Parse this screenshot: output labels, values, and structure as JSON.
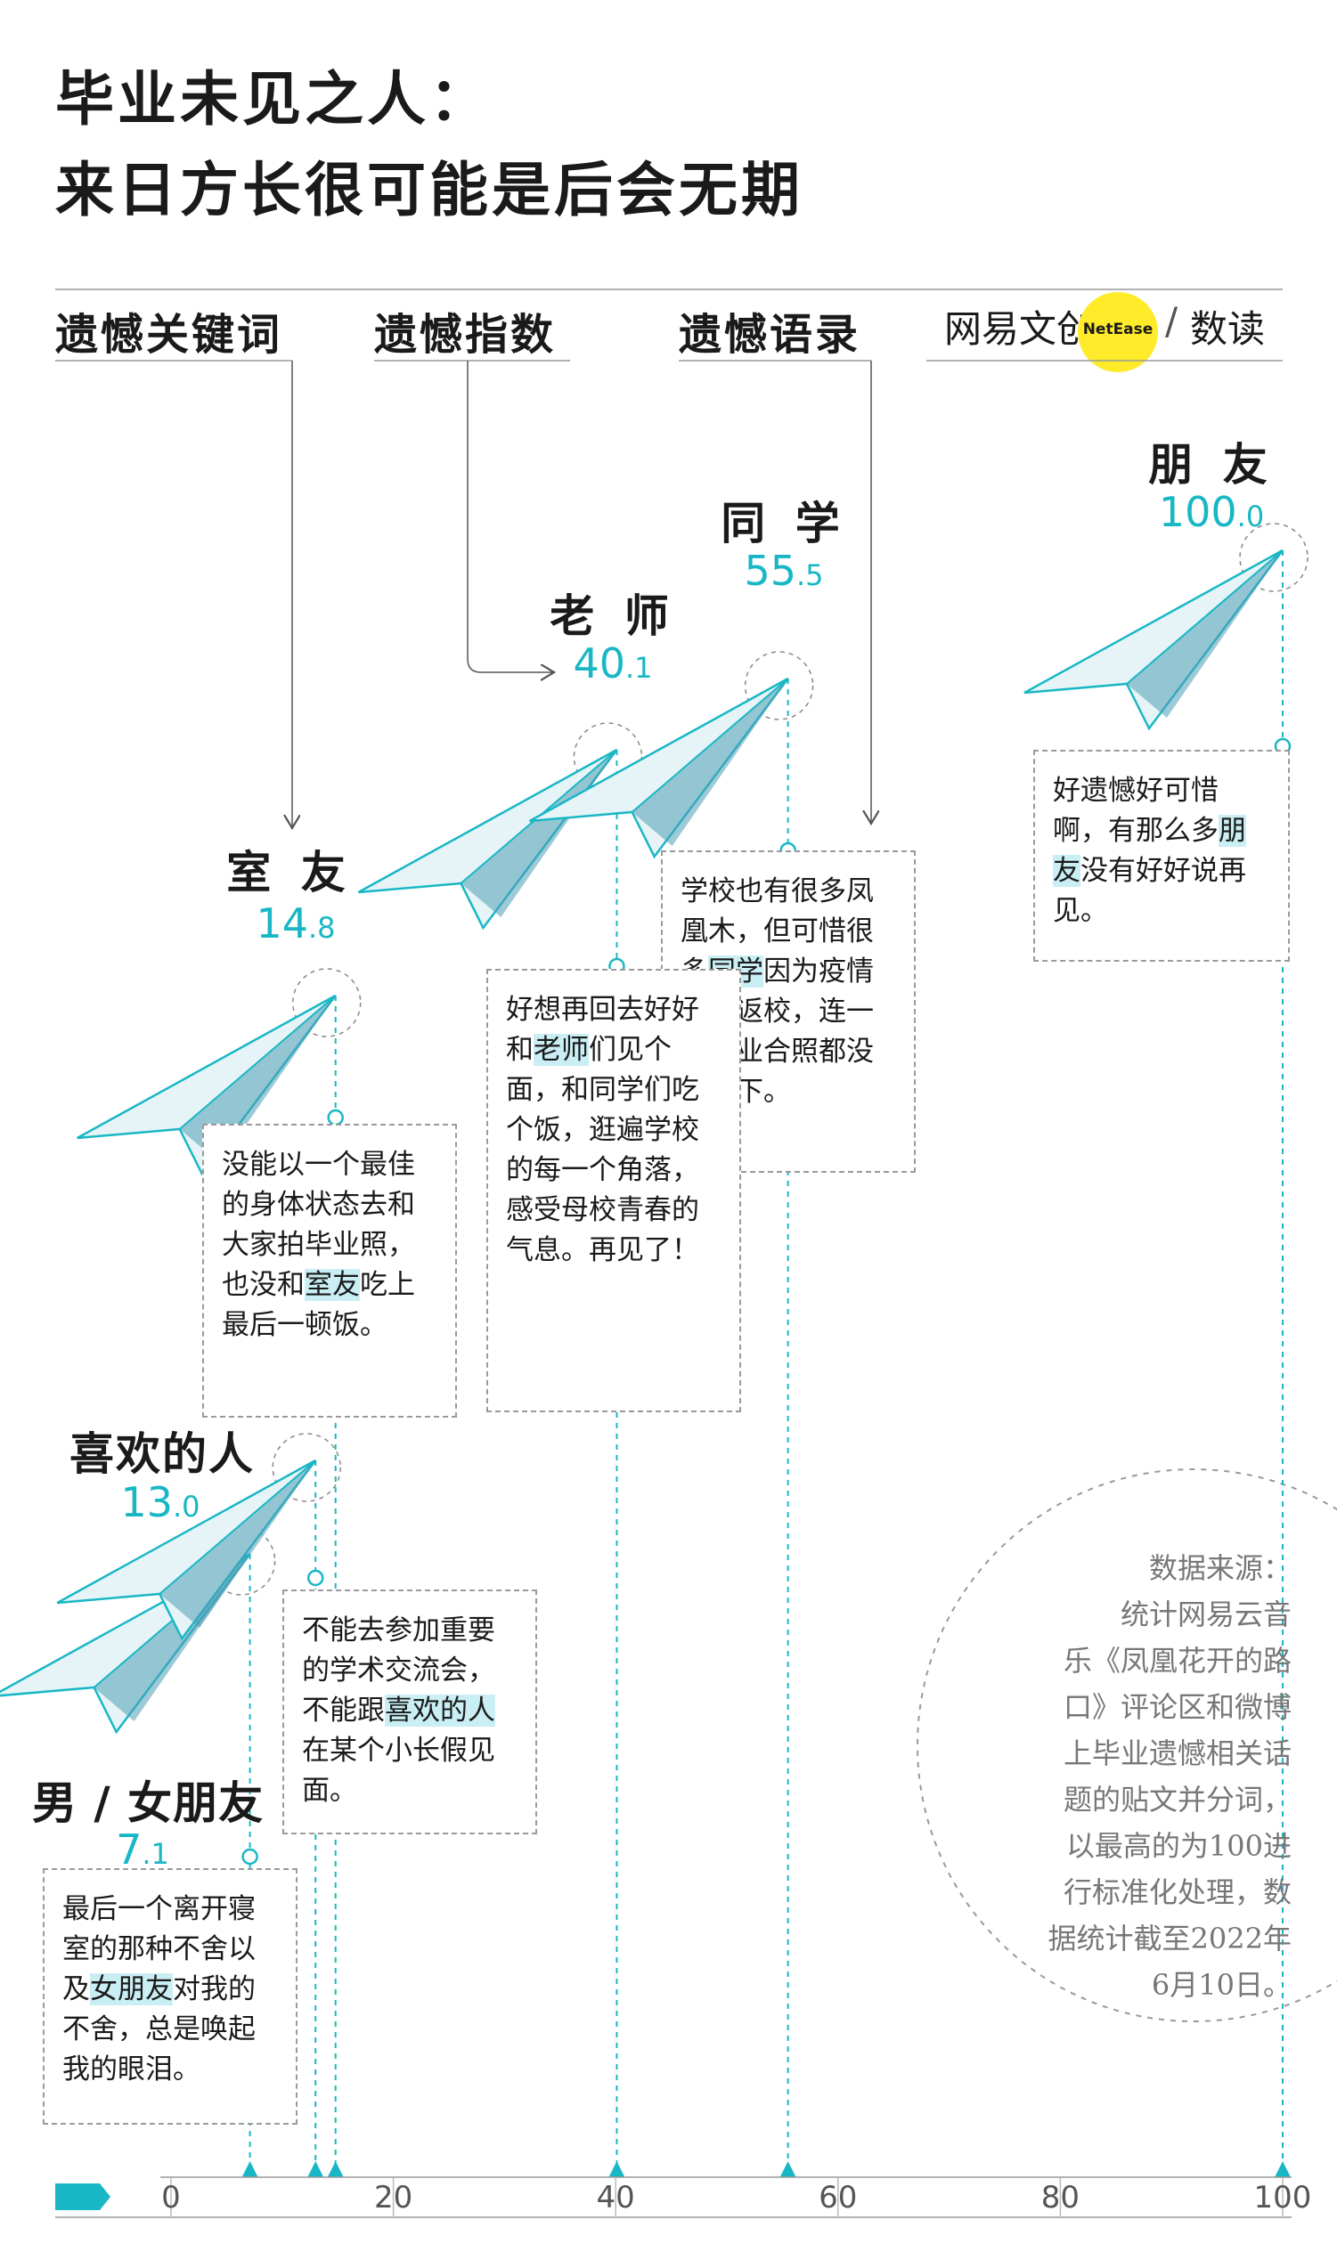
{
  "title": {
    "line1": "毕业未见之人：",
    "line2": "来日方长很可能是后会无期"
  },
  "headers": {
    "keyword": "遗憾关键词",
    "index": "遗憾指数",
    "quotes": "遗憾语录"
  },
  "logo": {
    "brand": "网易文创",
    "badge": "NetEase",
    "slash": "/",
    "section": "数读"
  },
  "chart_data": {
    "type": "scatter",
    "xlim": [
      0,
      100
    ],
    "ticks": [
      "0",
      "20",
      "40",
      "60",
      "80",
      "100"
    ],
    "points": [
      {
        "category": "男/女朋友",
        "value": 7.1,
        "int": "7",
        "dec": ".1"
      },
      {
        "category": "喜欢的人",
        "value": 13.0,
        "int": "13",
        "dec": ".0"
      },
      {
        "category": "室友",
        "value": 14.8,
        "int": "14",
        "dec": ".8"
      },
      {
        "category": "老师",
        "value": 40.1,
        "int": "40",
        "dec": ".1"
      },
      {
        "category": "同学",
        "value": 55.5,
        "int": "55",
        "dec": ".5"
      },
      {
        "category": "朋友",
        "value": 100.0,
        "int": "100",
        "dec": ".0"
      }
    ]
  },
  "labels": {
    "friend": "朋 友",
    "classmate": "同 学",
    "teacher": "老 师",
    "roommate": "室 友",
    "crush": "喜欢的人",
    "partner": "男 / 女朋友"
  },
  "quotes": {
    "friend": {
      "a": "好遗憾好可惜啊，有那么多",
      "h": "朋友",
      "b": "没有好好说再见。"
    },
    "classmate": {
      "a": "学校也有很多凤凰木，但可惜很多",
      "h": "同学",
      "b": "因为疫情无法返校，连一张毕业合照都没有留下。"
    },
    "teacher": {
      "a": "好想再回去好好和",
      "h": "老师",
      "b": "们见个面，和同学们吃个饭，逛遍学校的每一个角落，感受母校青春的气息。再见了！"
    },
    "roommate": {
      "a": "没能以一个最佳的身体状态去和大家拍毕业照，也没和",
      "h": "室友",
      "b": "吃上最后一顿饭。"
    },
    "crush": {
      "a": "不能去参加重要的学术交流会，不能跟",
      "h": "喜欢的人",
      "b": "在某个小长假见面。"
    },
    "partner": {
      "a": "最后一个离开寝室的那种不舍以及",
      "h": "女朋友",
      "b": "对我的不舍，总是唤起我的眼泪。"
    }
  },
  "source": {
    "l1": "数据来源：",
    "l2": "统计网易云音",
    "l3": "乐《凤凰花开的路",
    "l4": "口》评论区和微博",
    "l5": "上毕业遗憾相关话",
    "l6": "题的贴文并分词，",
    "l7": "以最高的为100进",
    "l8": "行标准化处理，数",
    "l9": "据统计截至2022年",
    "l10": "6月10日。"
  },
  "colors": {
    "accent": "#19b7c5",
    "highlight": "#c9eef3",
    "plane_fill": "#e6f4f7",
    "plane_shade": "#4f9fb6"
  }
}
